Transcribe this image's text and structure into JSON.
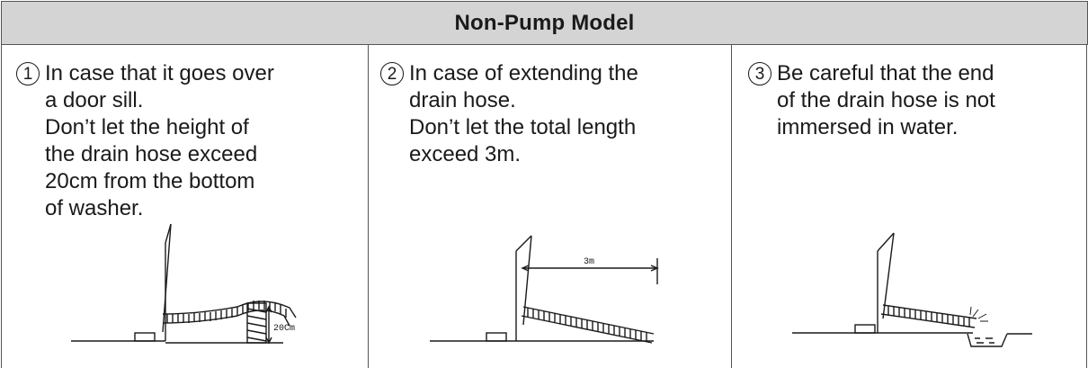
{
  "header": {
    "title": "Non-Pump Model"
  },
  "steps": [
    {
      "number": "1",
      "lines": [
        "In case that it goes over",
        "a door sill.",
        "Don’t let the height of",
        "the drain hose exceed",
        "20cm from the bottom",
        "of washer."
      ],
      "figure_label": "20Cm"
    },
    {
      "number": "2",
      "lines": [
        "In case of extending the",
        "drain hose.",
        "Don’t let the total length",
        "exceed 3m."
      ],
      "figure_label": "3m"
    },
    {
      "number": "3",
      "lines": [
        "Be careful that the end",
        "of the drain hose is not",
        "immersed in water."
      ]
    }
  ]
}
